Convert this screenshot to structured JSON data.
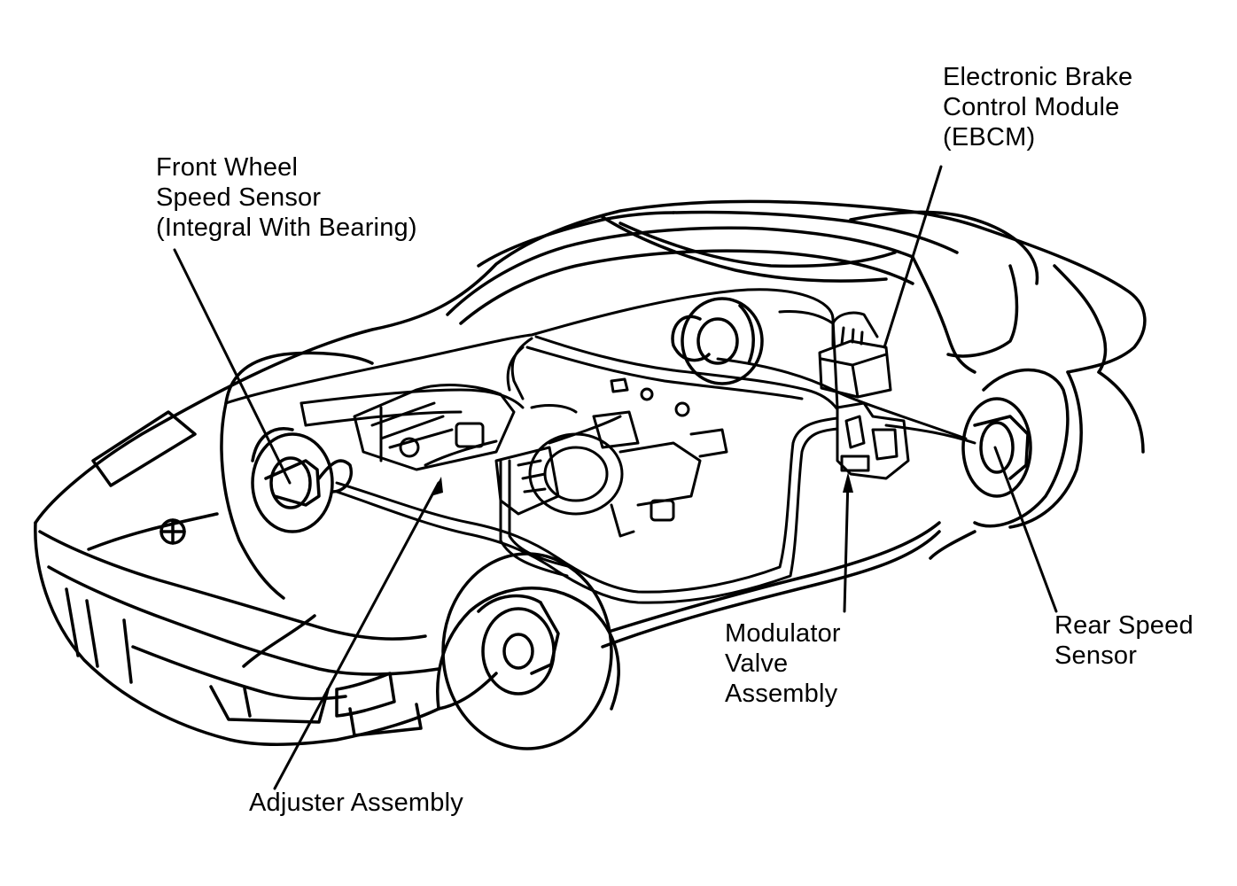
{
  "labels": {
    "ebcm": [
      "Electronic Brake",
      "Control Module",
      "(EBCM)"
    ],
    "front_wheel_speed_sensor": [
      "Front Wheel",
      "Speed Sensor",
      "(Integral With Bearing)"
    ],
    "modulator_valve_assembly": [
      "Modulator",
      "Valve",
      "Assembly"
    ],
    "rear_speed_sensor": [
      "Rear Speed",
      "Sensor"
    ],
    "adjuster_assembly": [
      "Adjuster Assembly"
    ]
  },
  "colors": {
    "ink": "#000000",
    "paper": "#ffffff"
  }
}
